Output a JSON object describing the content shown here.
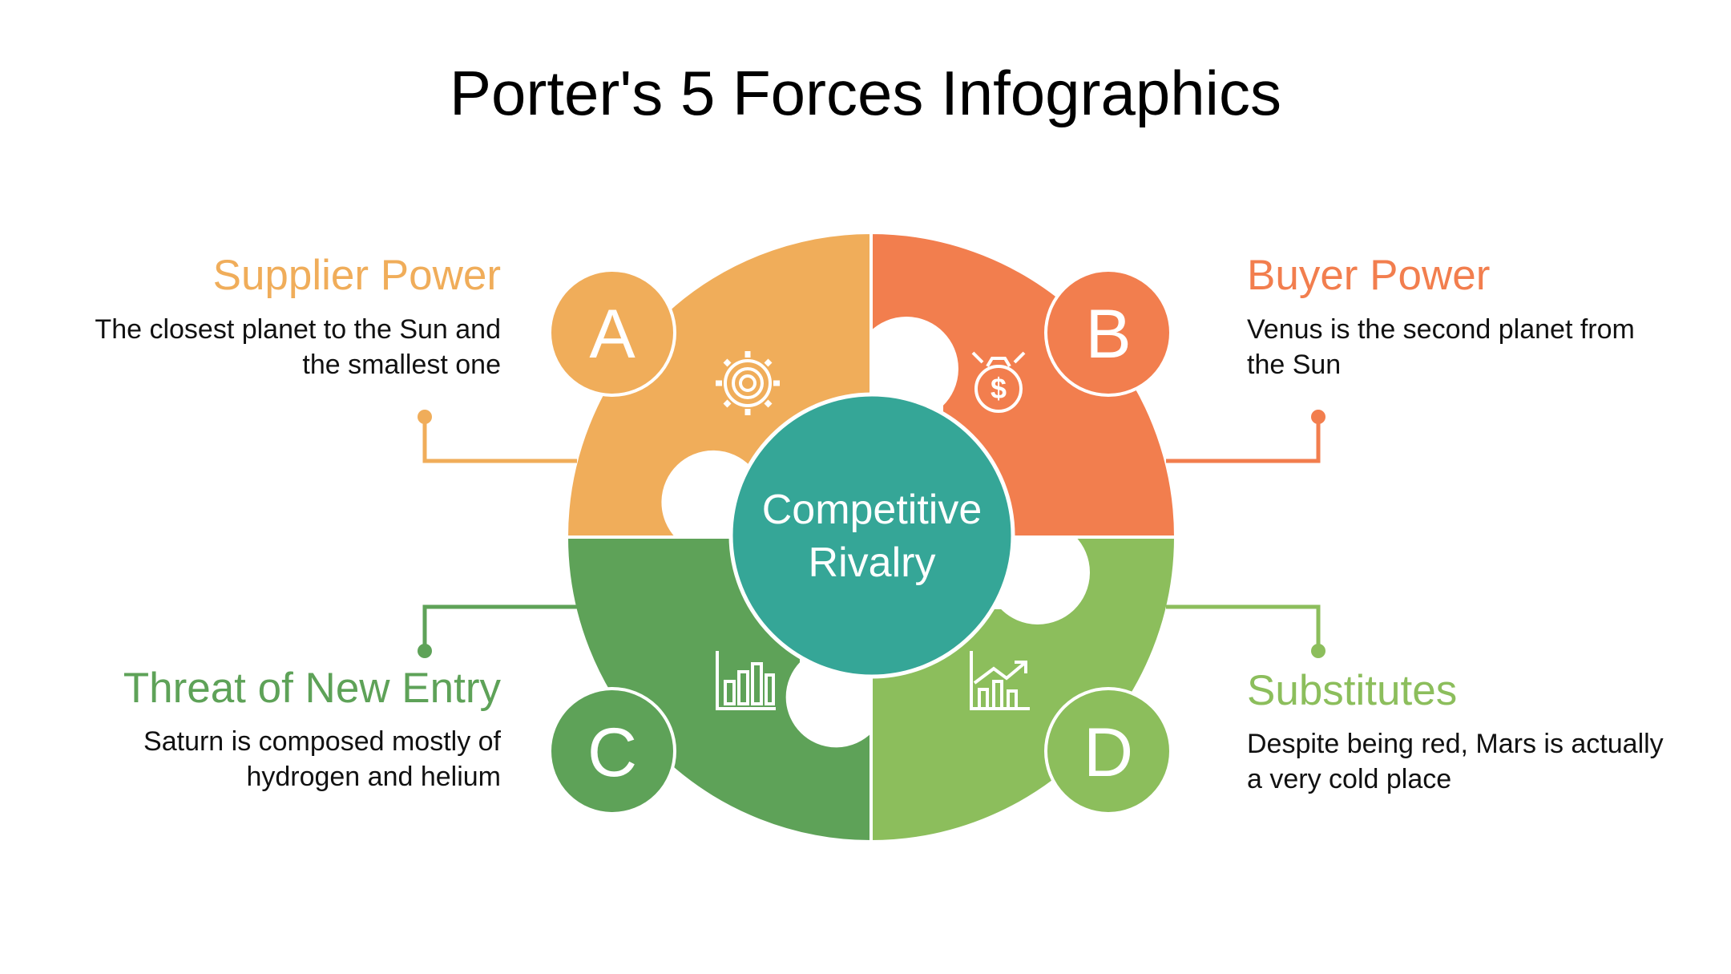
{
  "title": "Porter's 5 Forces Infographics",
  "center": {
    "line1": "Competitive",
    "line2": "Rivalry"
  },
  "colors": {
    "supplier": "#F0AD5A",
    "buyer": "#F27E4E",
    "threat": "#5EA258",
    "substitutes": "#8CBE5C",
    "center": "#35A697"
  },
  "forces": {
    "a": {
      "letter": "A",
      "heading": "Supplier Power",
      "text": "The closest planet to the Sun and the smallest one",
      "icon": "gear-icon"
    },
    "b": {
      "letter": "B",
      "heading": "Buyer Power",
      "text": "Venus is the second planet from the Sun",
      "icon": "money-bag-icon"
    },
    "c": {
      "letter": "C",
      "heading": "Threat of New Entry",
      "text": "Saturn is composed mostly of hydrogen and helium",
      "icon": "bar-chart-icon"
    },
    "d": {
      "letter": "D",
      "heading": "Substitutes",
      "text": "Despite being red, Mars is actually a very cold place",
      "icon": "growth-chart-icon"
    }
  }
}
